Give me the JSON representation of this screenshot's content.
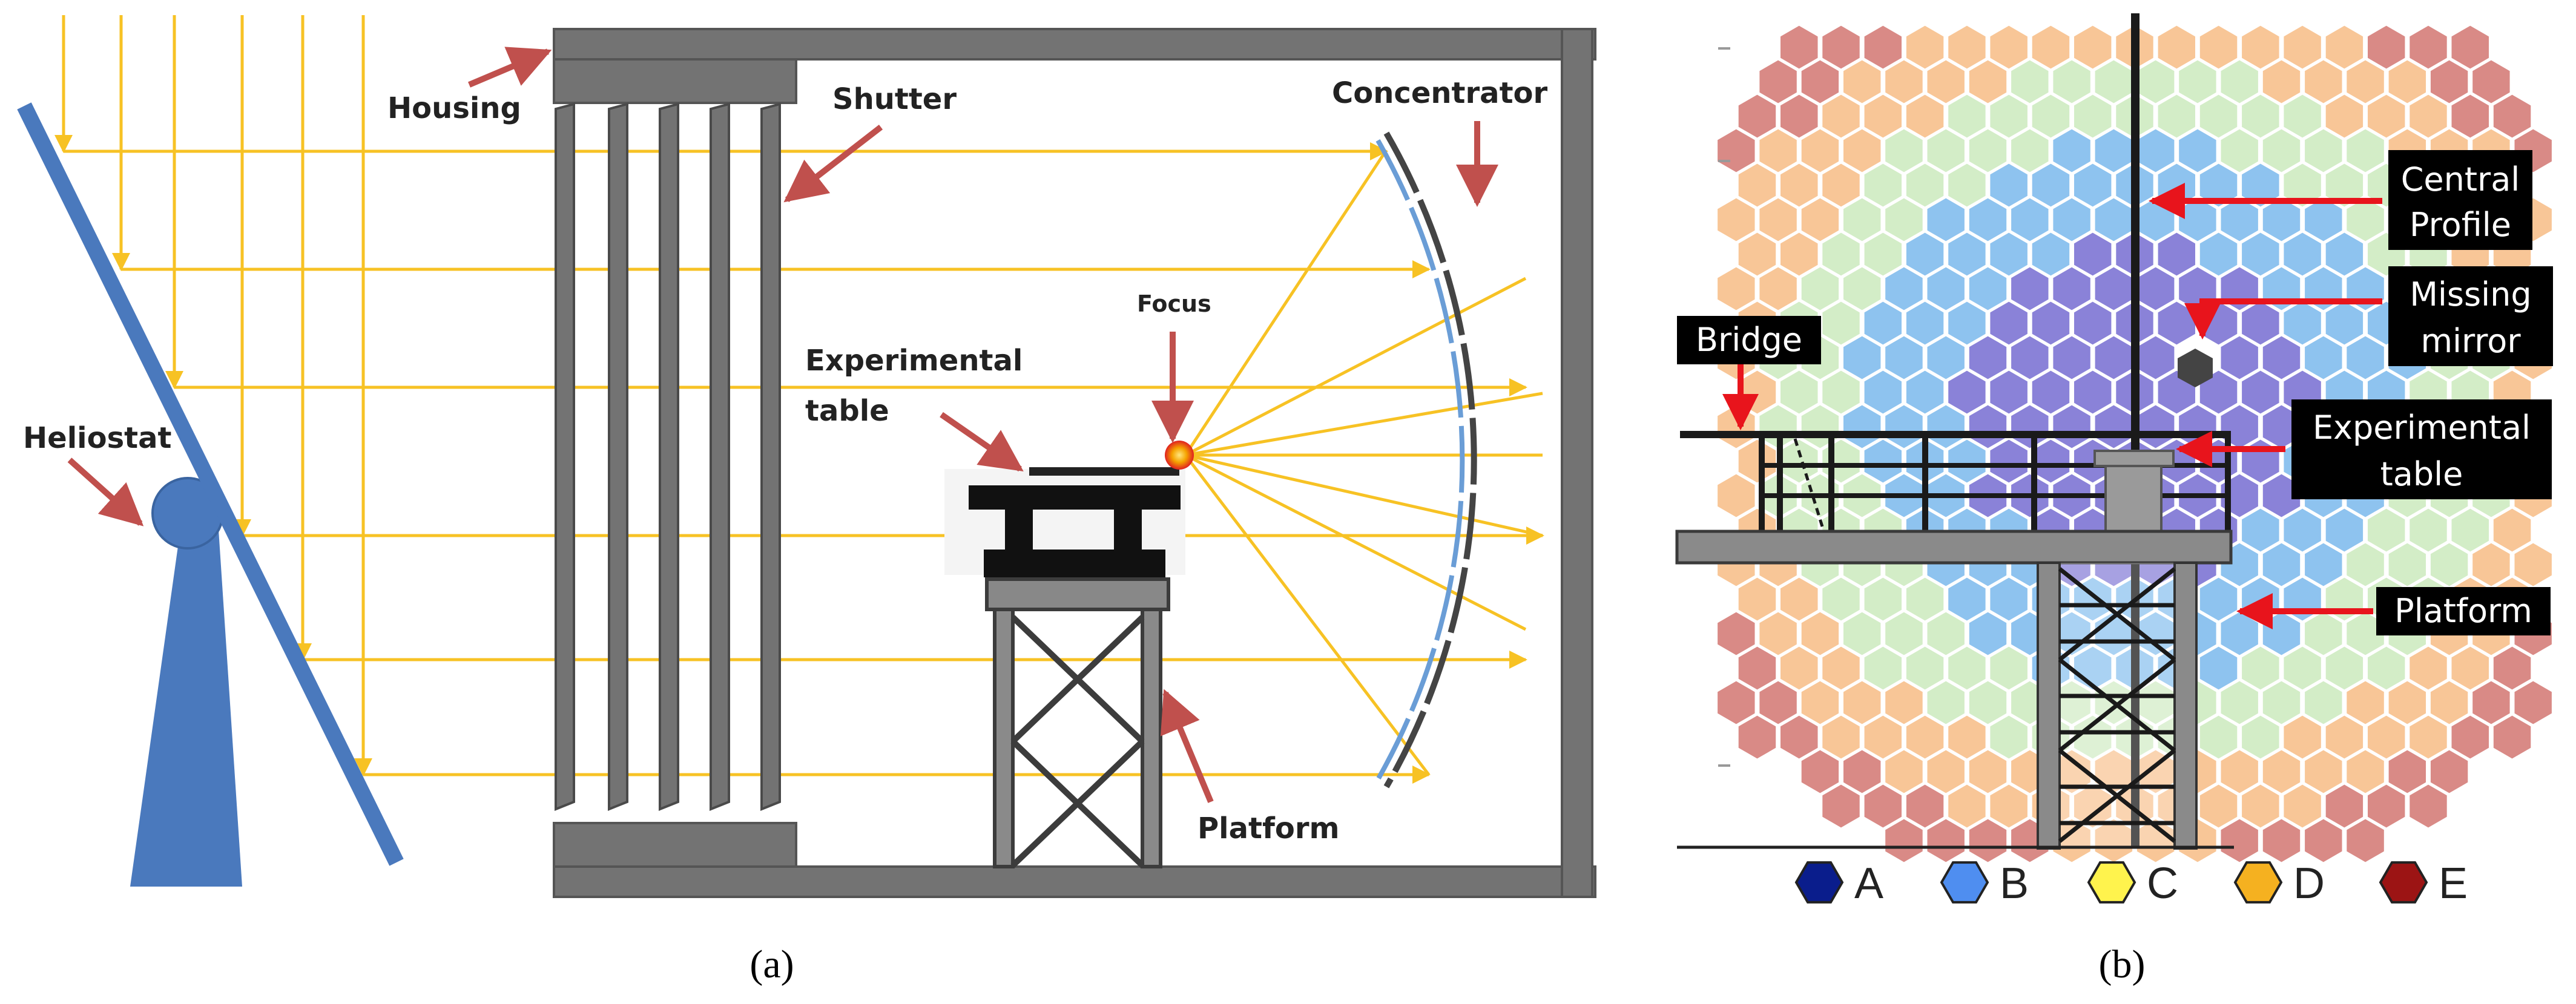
{
  "panel_a": {
    "caption": "(a)",
    "labels": {
      "housing": "Housing",
      "shutter": "Shutter",
      "concentrator": "Concentrator",
      "heliostat": "Heliostat",
      "focus": "Focus",
      "experimental_table_line1": "Experimental",
      "experimental_table_line2": "table",
      "platform": "Platform"
    },
    "colors": {
      "ray": "#f7c224",
      "heliostat": "#4a79bd",
      "structure": "#737373",
      "arrow": "#c0504d",
      "focus": "#f5a300"
    }
  },
  "panel_b": {
    "caption": "(b)",
    "callouts": {
      "central_profile_line1": "Central",
      "central_profile_line2": "Profile",
      "missing_mirror_line1": "Missing",
      "missing_mirror_line2": "mirror",
      "bridge": "Bridge",
      "experimental_table_line1": "Experimental",
      "experimental_table_line2": "table",
      "platform": "Platform"
    },
    "legend": [
      {
        "label": "A",
        "color": "#0a1d8c"
      },
      {
        "label": "B",
        "color": "#4f8ef0"
      },
      {
        "label": "C",
        "color": "#fff34d"
      },
      {
        "label": "D",
        "color": "#f5b120"
      },
      {
        "label": "E",
        "color": "#9c1414"
      }
    ],
    "colors": {
      "hex_A": "#8a82d8",
      "hex_B": "#8ec3ef",
      "hex_C": "#d3edc7",
      "hex_D": "#f8c697",
      "hex_E": "#d98a86",
      "callout_arrow": "#e8141c",
      "structure": "#4a4a4a"
    }
  }
}
